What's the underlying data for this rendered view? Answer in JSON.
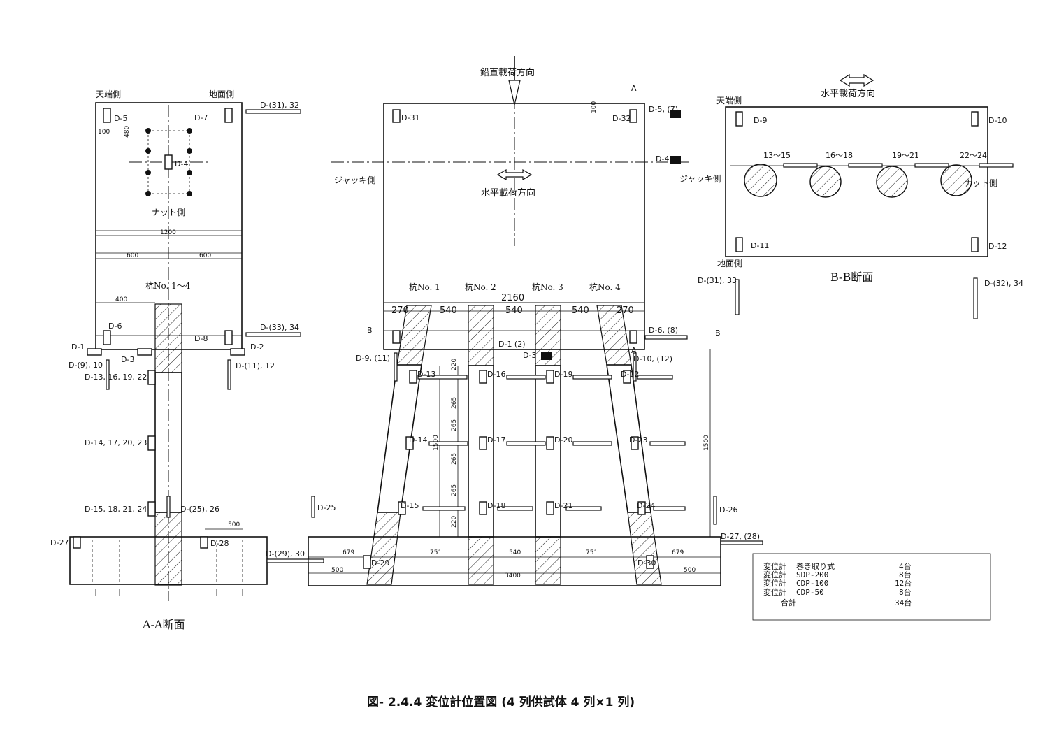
{
  "caption": "図- 2.4.4  変位計位置図 (4 列供試体  4 列×1 列)",
  "section_a": {
    "title": "A-A断面",
    "top_left": "天端側",
    "top_right": "地面側",
    "nut_side": "ナット側",
    "piles": "杭No. 1～4",
    "dim_1200": "1200",
    "dim_600_left": "600",
    "dim_600_right": "600",
    "dim_400": "400",
    "dim_480": "480",
    "dim_100": "100",
    "dim_500": "500",
    "labels": [
      "D-5",
      "D-7",
      "D-4",
      "D-(31), 32",
      "D-6",
      "D-8",
      "D-(33), 34",
      "D-1",
      "D-3",
      "D-2",
      "D-(9), 10",
      "D-(11), 12",
      "D-13, 16, 19, 22",
      "D-14, 17, 20, 23",
      "D-15, 18, 21, 24",
      "D-(25), 26",
      "D-27",
      "D-28",
      "D-(29), 30"
    ]
  },
  "section_main": {
    "vertical_load": "鉛直載荷方向",
    "horizontal_load": "水平載荷方向",
    "jack_side": "ジャッキ側",
    "jack_side_right": "ジャッキ側",
    "pile_labels": [
      "杭No. 1",
      "杭No. 2",
      "杭No. 3",
      "杭No. 4"
    ],
    "dim_2160": "2160",
    "dim_top": [
      "270",
      "540",
      "540",
      "540",
      "270"
    ],
    "dim_bottom": [
      "679",
      "751",
      "540",
      "751",
      "679"
    ],
    "dim_3400": "3400",
    "dim_500_left": "500",
    "dim_500_right": "500",
    "dim_1500": "1500",
    "dim_1500_left": "1500",
    "dim_220_top": "220",
    "dim_265": [
      "265",
      "265",
      "265",
      "265"
    ],
    "dim_220_bottom": "220",
    "dim_100": "100",
    "section_marks": [
      "A",
      "A",
      "B",
      "B"
    ],
    "labels": [
      "D-31",
      "D-32",
      "D-5, (7)",
      "D-4",
      "D-6, (8)",
      "D-1 (2)",
      "D-3",
      "D-9, (11)",
      "D-10, (12)",
      "D-13",
      "D-16",
      "D-19",
      "D-22",
      "D-14",
      "D-17",
      "D-20",
      "D-23",
      "D-15",
      "D-18",
      "D-21",
      "D-24",
      "D-25",
      "D-26",
      "D-27, (28)",
      "D-29",
      "D-30"
    ]
  },
  "section_b": {
    "title": "B-B断面",
    "horizontal_load": "水平載荷方向",
    "top_left": "天端側",
    "bottom_left": "地面側",
    "nut_side": "ナット側",
    "labels": [
      "D-9",
      "D-10",
      "D-11",
      "D-12",
      "13～15",
      "16～18",
      "19～21",
      "22～24",
      "D-(31), 33",
      "D-(32), 34"
    ]
  },
  "legend": {
    "rows": [
      {
        "kind": "変位計",
        "type": "巻き取り式",
        "count": "4台"
      },
      {
        "kind": "変位計",
        "type": "SDP-200",
        "count": "8台"
      },
      {
        "kind": "変位計",
        "type": "CDP-100",
        "count": "12台"
      },
      {
        "kind": "変位計",
        "type": "CDP-50",
        "count": "8台"
      }
    ],
    "total_label": "合計",
    "total_count": "34台"
  }
}
